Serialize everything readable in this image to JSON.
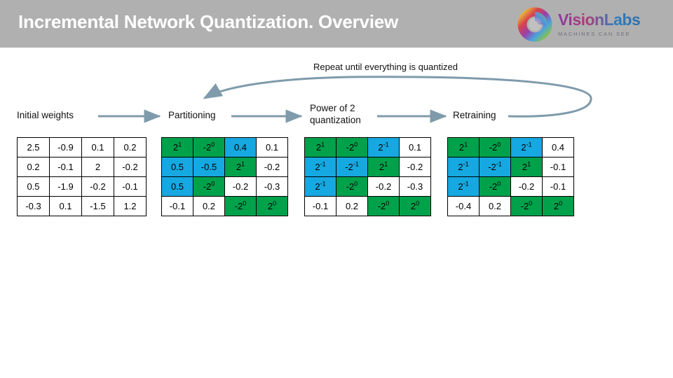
{
  "header": {
    "title": "Incremental Network Quantization. Overview",
    "band_color": "#b0b0b0",
    "title_color": "#ffffff"
  },
  "logo": {
    "wordmark": "VisionLabs",
    "tagline": "MACHINES CAN SEE",
    "mark_name": "ring-logo-icon"
  },
  "flow": {
    "loop_caption": "Repeat until everything is quantized",
    "steps": [
      {
        "label": "Initial weights"
      },
      {
        "label": "Partitioning"
      },
      {
        "label": "Power of 2\nquantization"
      },
      {
        "label": "Retraining"
      }
    ]
  },
  "colors": {
    "green": "#00a14b",
    "blue": "#16a8e0",
    "white": "#ffffff",
    "arrow": "#7f9bab"
  },
  "matrices": [
    {
      "name": "initial-weights",
      "rows": [
        [
          {
            "text": "2.5",
            "fill": "white"
          },
          {
            "text": "-0.9",
            "fill": "white"
          },
          {
            "text": "0.1",
            "fill": "white"
          },
          {
            "text": "0.2",
            "fill": "white"
          }
        ],
        [
          {
            "text": "0.2",
            "fill": "white"
          },
          {
            "text": "-0.1",
            "fill": "white"
          },
          {
            "text": "2",
            "fill": "white"
          },
          {
            "text": "-0.2",
            "fill": "white"
          }
        ],
        [
          {
            "text": "0.5",
            "fill": "white"
          },
          {
            "text": "-1.9",
            "fill": "white"
          },
          {
            "text": "-0.2",
            "fill": "white"
          },
          {
            "text": "-0.1",
            "fill": "white"
          }
        ],
        [
          {
            "text": "-0.3",
            "fill": "white"
          },
          {
            "text": "0.1",
            "fill": "white"
          },
          {
            "text": "-1.5",
            "fill": "white"
          },
          {
            "text": "1.2",
            "fill": "white"
          }
        ]
      ]
    },
    {
      "name": "partitioning",
      "rows": [
        [
          {
            "base": "2",
            "exp": "1",
            "fill": "green"
          },
          {
            "base": "-2",
            "exp": "0",
            "fill": "green"
          },
          {
            "text": "0.4",
            "fill": "blue"
          },
          {
            "text": "0.1",
            "fill": "white"
          }
        ],
        [
          {
            "text": "0.5",
            "fill": "blue"
          },
          {
            "text": "-0.5",
            "fill": "blue"
          },
          {
            "base": "2",
            "exp": "1",
            "fill": "green"
          },
          {
            "text": "-0.2",
            "fill": "white"
          }
        ],
        [
          {
            "text": "0.5",
            "fill": "blue"
          },
          {
            "base": "-2",
            "exp": "0",
            "fill": "green"
          },
          {
            "text": "-0.2",
            "fill": "white"
          },
          {
            "text": "-0.3",
            "fill": "white"
          }
        ],
        [
          {
            "text": "-0.1",
            "fill": "white"
          },
          {
            "text": "0.2",
            "fill": "white"
          },
          {
            "base": "-2",
            "exp": "0",
            "fill": "green"
          },
          {
            "base": "2",
            "exp": "0",
            "fill": "green"
          }
        ]
      ]
    },
    {
      "name": "power-of-2-quantization",
      "rows": [
        [
          {
            "base": "2",
            "exp": "1",
            "fill": "green"
          },
          {
            "base": "-2",
            "exp": "0",
            "fill": "green"
          },
          {
            "base": "2",
            "exp": "-1",
            "fill": "blue"
          },
          {
            "text": "0.1",
            "fill": "white"
          }
        ],
        [
          {
            "base": "2",
            "exp": "-1",
            "fill": "blue"
          },
          {
            "base": "-2",
            "exp": "-1",
            "fill": "blue"
          },
          {
            "base": "2",
            "exp": "1",
            "fill": "green"
          },
          {
            "text": "-0.2",
            "fill": "white"
          }
        ],
        [
          {
            "base": "2",
            "exp": "-1",
            "fill": "blue"
          },
          {
            "base": "-2",
            "exp": "0",
            "fill": "green"
          },
          {
            "text": "-0.2",
            "fill": "white"
          },
          {
            "text": "-0.3",
            "fill": "white"
          }
        ],
        [
          {
            "text": "-0.1",
            "fill": "white"
          },
          {
            "text": "0.2",
            "fill": "white"
          },
          {
            "base": "-2",
            "exp": "0",
            "fill": "green"
          },
          {
            "base": "2",
            "exp": "0",
            "fill": "green"
          }
        ]
      ]
    },
    {
      "name": "retraining",
      "rows": [
        [
          {
            "base": "2",
            "exp": "1",
            "fill": "green"
          },
          {
            "base": "-2",
            "exp": "0",
            "fill": "green"
          },
          {
            "base": "2",
            "exp": "-1",
            "fill": "blue"
          },
          {
            "text": "0.4",
            "fill": "white"
          }
        ],
        [
          {
            "base": "2",
            "exp": "-1",
            "fill": "blue"
          },
          {
            "base": "-2",
            "exp": "-1",
            "fill": "blue"
          },
          {
            "base": "2",
            "exp": "1",
            "fill": "green"
          },
          {
            "text": "-0.1",
            "fill": "white"
          }
        ],
        [
          {
            "base": "2",
            "exp": "-1",
            "fill": "blue"
          },
          {
            "base": "-2",
            "exp": "0",
            "fill": "green"
          },
          {
            "text": "-0.2",
            "fill": "white"
          },
          {
            "text": "-0.1",
            "fill": "white"
          }
        ],
        [
          {
            "text": "-0.4",
            "fill": "white"
          },
          {
            "text": "0.2",
            "fill": "white"
          },
          {
            "base": "-2",
            "exp": "0",
            "fill": "green"
          },
          {
            "base": "2",
            "exp": "0",
            "fill": "green"
          }
        ]
      ]
    }
  ]
}
